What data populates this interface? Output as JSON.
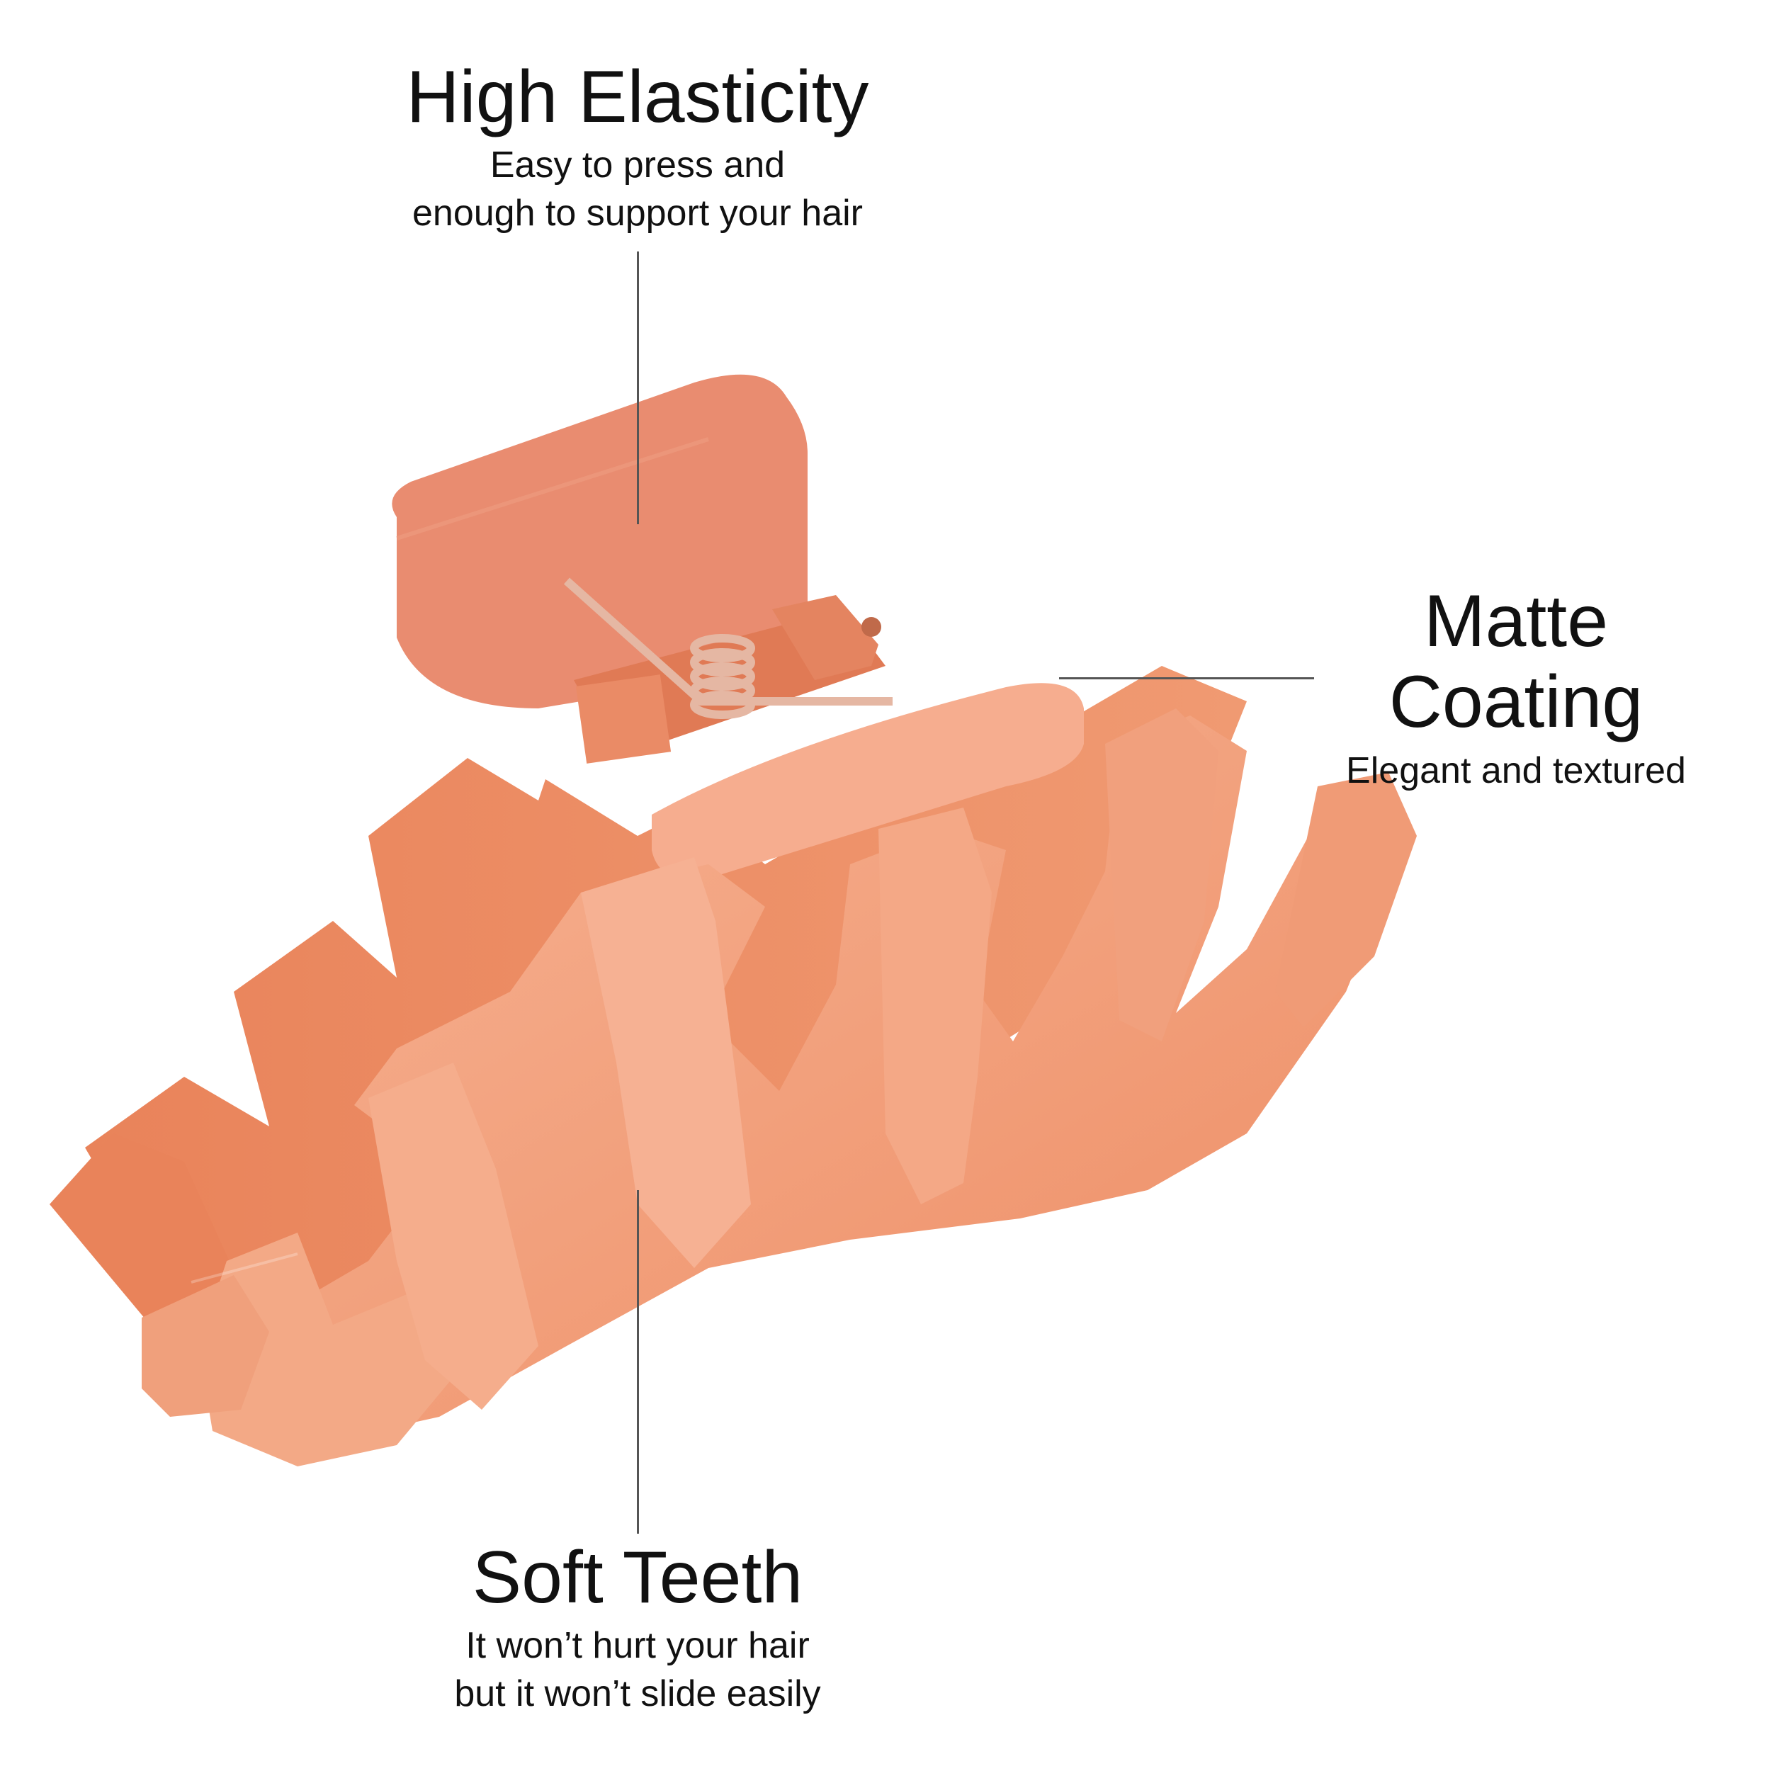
{
  "colors": {
    "clip_main": "#f2a07c",
    "clip_light": "#f6b394",
    "clip_dark": "#e9835a",
    "clip_shadow": "#d9714a",
    "leader_line": "#555555",
    "text": "#111111"
  },
  "callouts": {
    "elasticity": {
      "title": "High Elasticity",
      "line1": "Easy to press and",
      "line2": "enough to support your hair"
    },
    "matte": {
      "title": "Matte Coating",
      "line1": "Elegant and textured"
    },
    "teeth": {
      "title": "Soft Teeth",
      "line1": "It won’t hurt your hair",
      "line2": "but it won’t slide easily"
    }
  }
}
